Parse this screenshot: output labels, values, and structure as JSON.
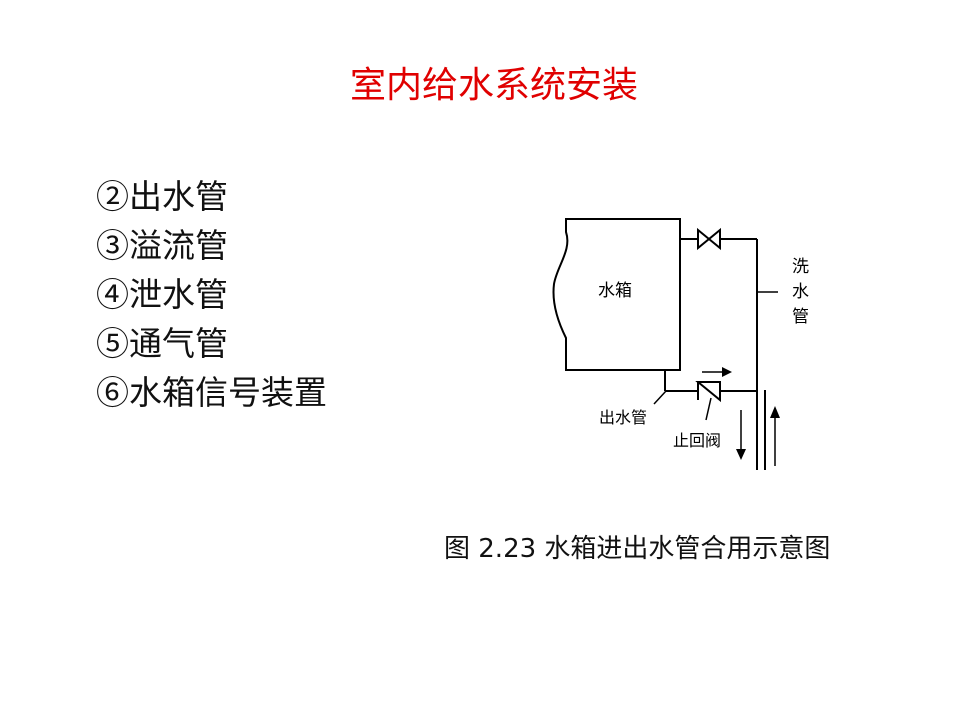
{
  "slide": {
    "title": "室内给水系统安装",
    "items": [
      "②出水管",
      "③溢流管",
      "④泄水管",
      "⑤通气管",
      "⑥水箱信号装置"
    ]
  },
  "figure": {
    "tank_label": "水箱",
    "outlet_pipe_label": "出水管",
    "check_valve_label": "止回阀",
    "wash_pipe_label": [
      "洗",
      "水",
      "管"
    ],
    "caption": "图 2.23  水箱进出水管合用示意图"
  }
}
